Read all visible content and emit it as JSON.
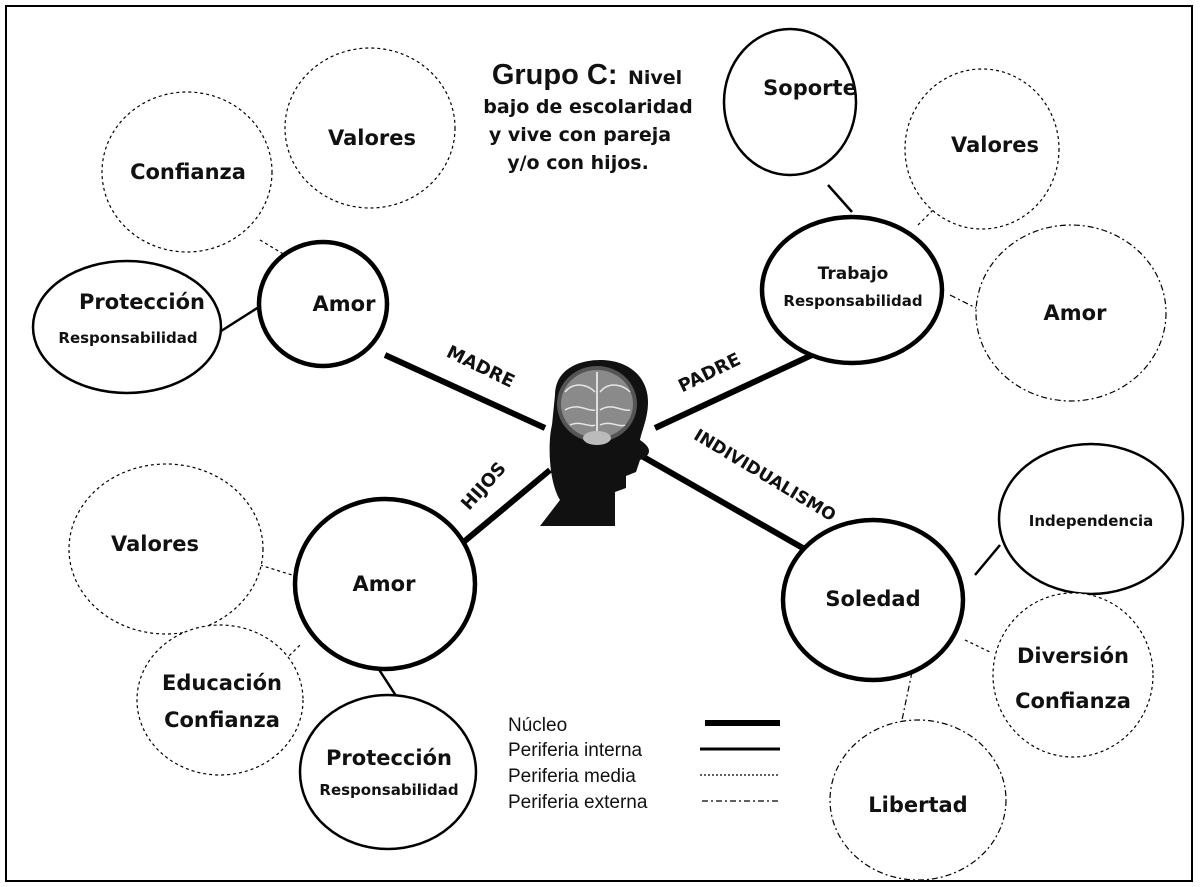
{
  "title": {
    "prefix": "Grupo C:",
    "line1_rest": "Nivel",
    "line2": "bajo de escolaridad",
    "line3": "y vive con pareja",
    "line4": "y/o con hijos."
  },
  "edges": {
    "madre": "MADRE",
    "padre": "PADRE",
    "hijos": "HIJOS",
    "individualismo": "INDIVIDUALISMO"
  },
  "nodes": {
    "madre_core": "Amor",
    "madre_proteccion_1": "Protección",
    "madre_proteccion_2": "Responsabilidad",
    "madre_confianza": "Confianza",
    "madre_valores": "Valores",
    "padre_core_1": "Trabajo",
    "padre_core_2": "Responsabilidad",
    "padre_soporte": "Soporte",
    "padre_valores": "Valores",
    "padre_amor": "Amor",
    "hijos_core": "Amor",
    "hijos_valores": "Valores",
    "hijos_educacion_1": "Educación",
    "hijos_educacion_2": "Confianza",
    "hijos_proteccion_1": "Protección",
    "hijos_proteccion_2": "Responsabilidad",
    "ind_core": "Soledad",
    "ind_independencia": "Independencia",
    "ind_diversion_1": "Diversión",
    "ind_diversion_2": "Confianza",
    "ind_libertad": "Libertad"
  },
  "legend": {
    "nucleo": "Núcleo",
    "interna": "Periferia interna",
    "media": "Periferia media",
    "externa": "Periferia externa"
  }
}
